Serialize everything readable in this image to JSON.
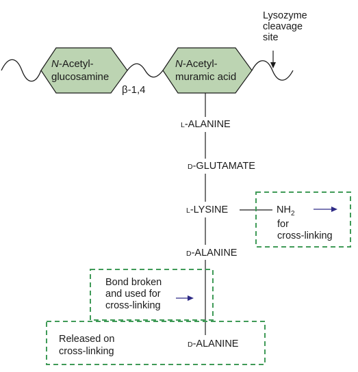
{
  "sugars": {
    "left": {
      "prefix": "N",
      "line1_rest": "-Acetyl-",
      "line2": "glucosamine"
    },
    "right": {
      "prefix": "N",
      "line1_rest": "-Acetyl-",
      "line2": "muramic acid"
    },
    "bond": "β-1,4"
  },
  "lysozyme": {
    "line1": "Lysozyme",
    "line2": "cleavage",
    "line3": "site"
  },
  "peptide": [
    {
      "prefix": "L",
      "name": "-ALANINE"
    },
    {
      "prefix": "D",
      "name": "-GLUTAMATE"
    },
    {
      "prefix": "L",
      "name": "-LYSINE"
    },
    {
      "prefix": "D",
      "name": "-ALANINE"
    },
    {
      "prefix": "D",
      "name": "-ALANINE"
    }
  ],
  "nh2_box": {
    "nh": "NH",
    "sub": "2",
    "line2": "for",
    "line3": "cross-linking"
  },
  "bond_box": {
    "line1": "Bond broken",
    "line2": "and used for",
    "line3": "cross-linking"
  },
  "released_box": {
    "line1": "Released on",
    "line2": "cross-linking"
  },
  "colors": {
    "hexagon_fill": "#bcd4b2",
    "dashed_box": "#3f9a57",
    "arrow": "#2e2a86",
    "line": "#1a1a1a"
  }
}
